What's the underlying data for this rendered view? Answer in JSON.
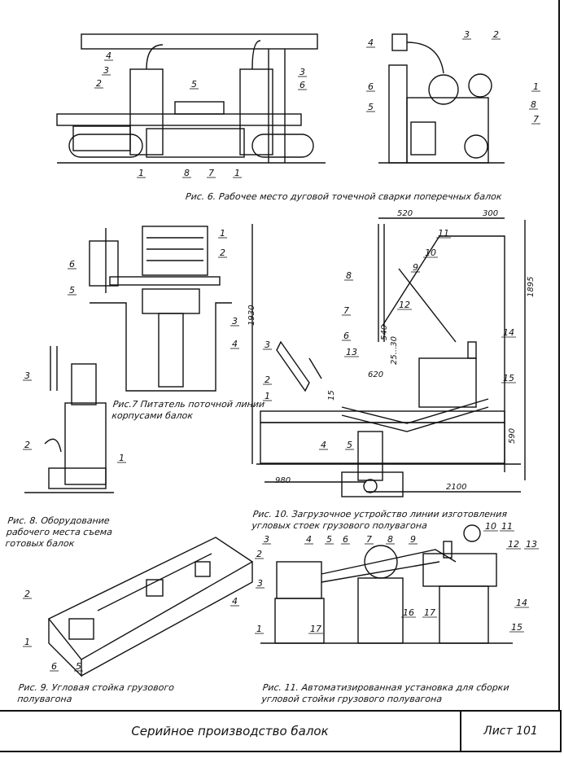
{
  "figures": [
    {
      "id": "fig6",
      "caption": "Рис. 6.  Рабочее место дуговой точечной сварки поперечных балок",
      "callouts": [
        "4",
        "3",
        "2",
        "3",
        "6",
        "5",
        "1",
        "8",
        "7",
        "1",
        "4",
        "3",
        "2",
        "1",
        "8",
        "7",
        "6",
        "5"
      ]
    },
    {
      "id": "fig7",
      "caption": "Рис.7 Питатель поточной линии корпусами балок",
      "callouts": [
        "1",
        "2",
        "6",
        "5",
        "3",
        "4"
      ]
    },
    {
      "id": "fig8",
      "caption": "Рис. 8. Оборудование рабочего места съема готовых балок",
      "callouts": [
        "3",
        "2",
        "1"
      ]
    },
    {
      "id": "fig9",
      "caption": "Рис. 9.  Угловая стойка грузового полувагона",
      "callouts": [
        "3",
        "4",
        "2",
        "1",
        "6",
        "5"
      ]
    },
    {
      "id": "fig10",
      "caption": "Рис. 10.  Загрузочное устройство линии изготовления угловых стоек грузового полувагона",
      "callouts": [
        "11",
        "10",
        "9",
        "8",
        "12",
        "7",
        "6",
        "13",
        "3",
        "14",
        "15",
        "2",
        "1",
        "4",
        "5"
      ],
      "dimensions": [
        "520",
        "300",
        "1930",
        "1895",
        "540",
        "25...30",
        "620",
        "15",
        "980",
        "2100",
        "590"
      ]
    },
    {
      "id": "fig11",
      "caption": "Рис. 11.  Автоматизированная установка для сборки угловой стойки грузового полувагона",
      "callouts": [
        "3",
        "4",
        "5",
        "6",
        "7",
        "8",
        "9",
        "10",
        "11",
        "12",
        "13",
        "2",
        "14",
        "15",
        "1",
        "17",
        "16",
        "17"
      ]
    }
  ],
  "title_block": {
    "title": "Серийное производство балок",
    "sheet": "Лист 101"
  }
}
